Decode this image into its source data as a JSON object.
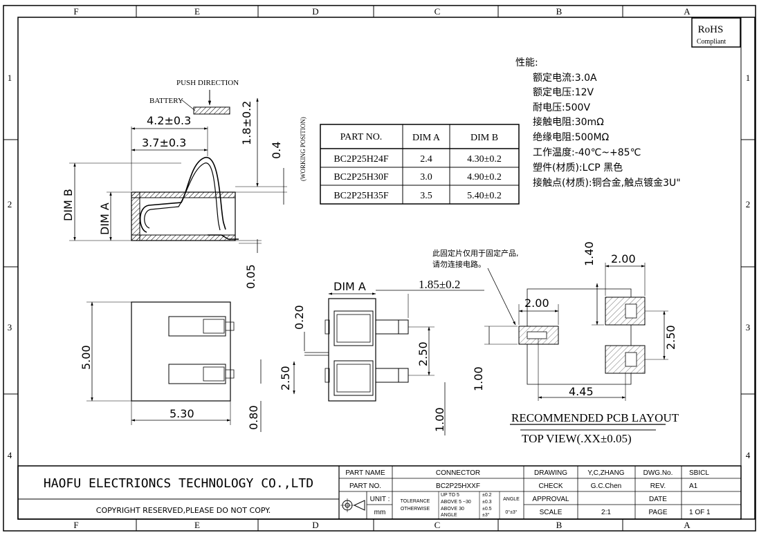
{
  "border": {
    "columns_top": [
      "F",
      "E",
      "D",
      "C",
      "B",
      "A"
    ],
    "columns_bottom": [
      "F",
      "E",
      "D",
      "C",
      "B",
      "A"
    ],
    "rows_left": [
      "1",
      "2",
      "3",
      "4"
    ],
    "rows_right": [
      "1",
      "2",
      "3",
      "4"
    ]
  },
  "rohs": {
    "title": "RoHS",
    "subtitle": "Compliant"
  },
  "specs": {
    "heading": "性能:",
    "items": [
      "额定电流:3.0A",
      "额定电压:12V",
      "耐电压:500V",
      "接触电阻:30mΩ",
      "绝缘电阻:500MΩ",
      "工作温度:-40℃~+85℃",
      "塑件(材质):LCP 黑色",
      "接触点(材质):铜合金,触点镀金3U\""
    ]
  },
  "dim_table": {
    "headers": [
      "PART NO.",
      "DIM A",
      "DIM B"
    ],
    "rows": [
      [
        "BC2P25H24F",
        "2.4",
        "4.30±0.2"
      ],
      [
        "BC2P25H30F",
        "3.0",
        "4.90±0.2"
      ],
      [
        "BC2P25H35F",
        "3.5",
        "5.40±0.2"
      ]
    ]
  },
  "side_view": {
    "push_direction": "PUSH DIRECTION",
    "battery": "BATTERY",
    "working_position": "(WORKING POSITION)",
    "dim_42": "4.2±0.3",
    "dim_37": "3.7±0.3",
    "dim_18": "1.8±0.2",
    "dim_04": "0.4",
    "dim_b": "DIM B",
    "dim_a": "DIM A",
    "dim_005": "0.05"
  },
  "top_view": {
    "dim_500": "5.00",
    "dim_530": "5.30",
    "dim_080": "0.80"
  },
  "front_view": {
    "dim_a": "DIM A",
    "dim_185": "1.85±0.2",
    "dim_020": "0.20",
    "dim_250_left": "2.50",
    "dim_250_right": "2.50",
    "dim_100": "1.00"
  },
  "pcb": {
    "note_line1": "此固定片仅用于固定产品,",
    "note_line2": "请勿连接电路。",
    "dim_200_left": "2.00",
    "dim_200_right": "2.00",
    "dim_140": "1.40",
    "dim_250": "2.50",
    "dim_100": "1.00",
    "dim_445": "4.45",
    "layout_title": "RECOMMENDED PCB LAYOUT",
    "view_title": "TOP VIEW(.XX±0.05)"
  },
  "title_block": {
    "company": "HAOFU ELECTRIONCS TECHNOLOGY CO.,LTD",
    "copyright": "COPYRIGHT RESERVED,PLEASE DO NOT COPY.",
    "part_name_label": "PART NAME",
    "part_name_value": "CONNECTOR",
    "part_no_label": "PART NO.",
    "part_no_value": "BC2P25HXXF",
    "unit_label": "UNIT :",
    "unit_value": "mm",
    "tolerance_label": "TOLERANCE",
    "otherwise_label": "OTHERWISE",
    "tol_up_to": "UP TO 5",
    "tol_up_to_val": "±0.2",
    "tol_above5": "ABOVE 5 ~30",
    "tol_above5_val": "±0.3",
    "tol_above30": "ABOVE 30",
    "tol_above30_val": "±0.5",
    "tol_angle": "ANGLE",
    "tol_angle_val": "±3°",
    "angle_label": "ANGLE",
    "angle_value": "0°±3°",
    "drawing_label": "DRAWING",
    "drawing_value": "Y,C,ZHANG",
    "check_label": "CHECK",
    "check_value": "G.C.Chen",
    "approval_label": "APPROVAL",
    "scale_label": "SCALE",
    "scale_value": "2:1",
    "dwg_no_label": "DWG.No.",
    "dwg_no_value": "SBICL",
    "rev_label": "REV.",
    "rev_value": "A1",
    "date_label": "DATE",
    "page_label": "PAGE",
    "page_value": "1 OF 1"
  }
}
